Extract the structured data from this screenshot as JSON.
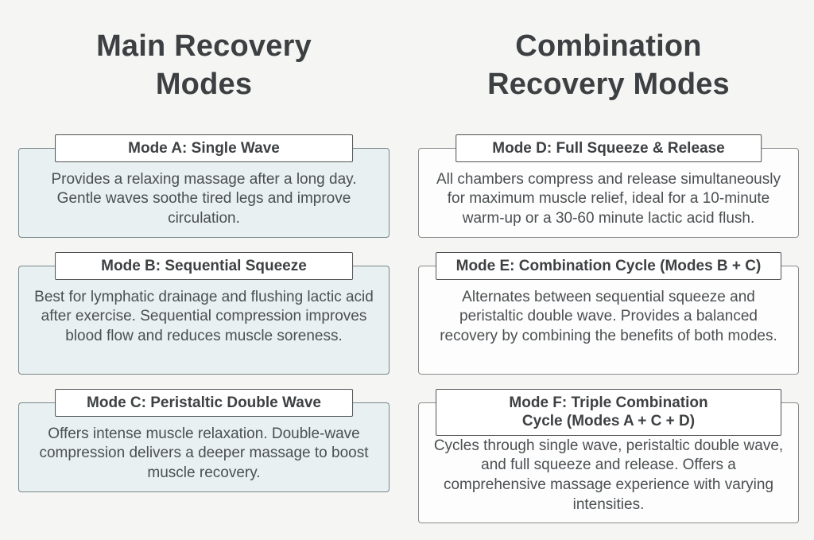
{
  "colors": {
    "page_background": "#f5f5f3",
    "tinted_card_background": "#e9f0f2",
    "plain_card_background": "#fdfdfd",
    "card_border": "#778689",
    "title_box_border": "#4f5254",
    "heading_text": "#3d4042",
    "body_text": "#4b4f51"
  },
  "columns": [
    {
      "heading": "Main Recovery\nModes",
      "cards": [
        {
          "title": "Mode A: Single Wave",
          "description": "Provides a relaxing massage after a long day. Gentle waves soothe tired legs and improve circulation."
        },
        {
          "title": "Mode B: Sequential Squeeze",
          "description": "Best for lymphatic drainage and flushing lactic acid after exercise. Sequential compression improves blood flow and reduces muscle soreness."
        },
        {
          "title": "Mode C: Peristaltic Double Wave",
          "description": "Offers intense muscle relaxation. Double-wave compression delivers a deeper massage to boost muscle recovery."
        }
      ]
    },
    {
      "heading": "Combination\nRecovery Modes",
      "cards": [
        {
          "title": "Mode D: Full Squeeze & Release",
          "description": "All chambers compress and release simultaneously for maximum muscle relief, ideal for a 10-minute warm-up or a 30-60 minute lactic acid flush."
        },
        {
          "title": "Mode E: Combination Cycle (Modes B + C)",
          "description": "Alternates between sequential squeeze and peristaltic double wave. Provides a balanced recovery by combining the benefits of both modes."
        },
        {
          "title": "Mode F: Triple Combination\nCycle (Modes A + C + D)",
          "description": "Cycles through single wave, peristaltic double wave, and full squeeze and release. Offers a comprehensive massage experience with varying intensities."
        }
      ]
    }
  ]
}
